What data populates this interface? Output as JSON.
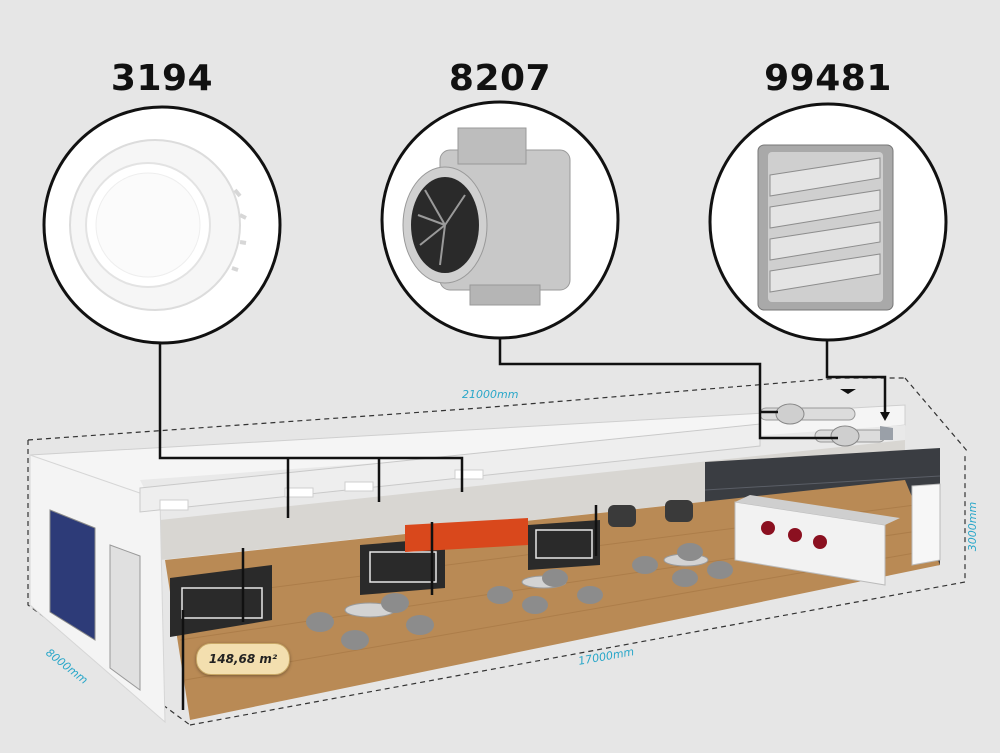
{
  "products": [
    {
      "code": "3194",
      "item": "round-ceiling-diffuser"
    },
    {
      "code": "8207",
      "item": "inline-duct-fan"
    },
    {
      "code": "99481",
      "item": "stainless-louvre-vent"
    }
  ],
  "dimensions": {
    "length_top": "21000mm",
    "length_bottom": "17000mm",
    "width": "8000mm",
    "height": "3000mm"
  },
  "floor_area": "148,68 m²",
  "colors": {
    "background": "#e6e6e6",
    "connector": "#111111",
    "dimension_text": "#2aa7c9",
    "floor": "#b98a55",
    "wall": "#f4f4f4"
  }
}
